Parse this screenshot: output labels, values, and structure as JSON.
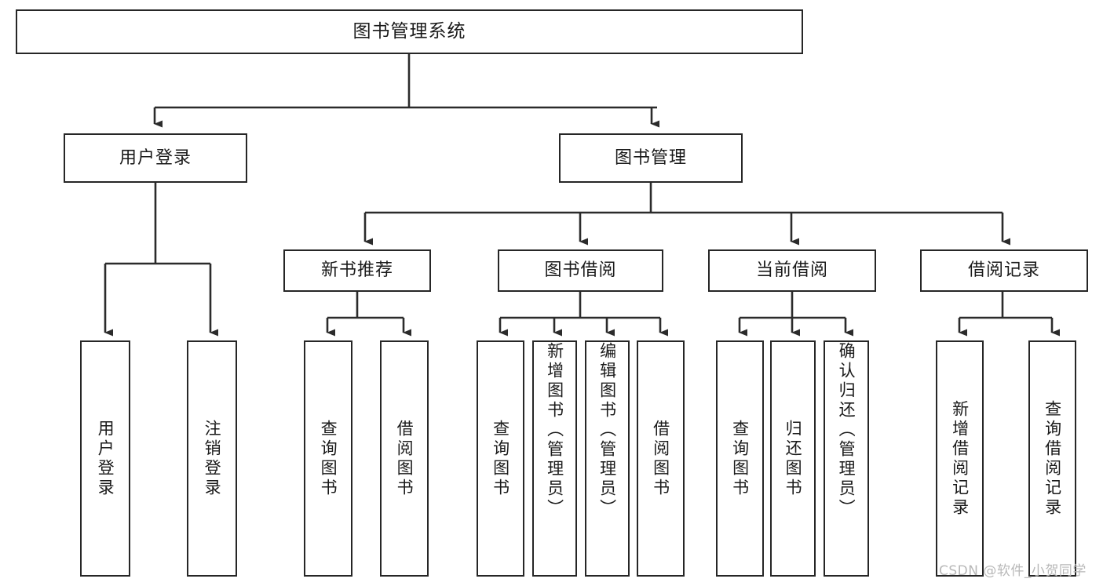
{
  "diagram": {
    "type": "tree-hierarchy-chart",
    "title": "图书管理系统",
    "watermark": "CSDN @软件_小贺同学",
    "colors": {
      "stroke": "#262626",
      "fill": "#ffffff",
      "text": "#1a1a1a",
      "watermark": "#b8b8b8"
    },
    "levels": {
      "root": {
        "label": "图书管理系统"
      },
      "level2": [
        {
          "id": "user-login",
          "label": "用户登录"
        },
        {
          "id": "book-management",
          "label": "图书管理"
        }
      ],
      "level3": [
        {
          "id": "new-book-recommend",
          "label": "新书推荐",
          "parent": "book-management"
        },
        {
          "id": "book-borrow",
          "label": "图书借阅",
          "parent": "book-management"
        },
        {
          "id": "current-borrow",
          "label": "当前借阅",
          "parent": "book-management"
        },
        {
          "id": "borrow-record",
          "label": "借阅记录",
          "parent": "book-management"
        }
      ],
      "leaves": [
        {
          "id": "leaf-user-login",
          "label": "用户登录",
          "parent": "user-login"
        },
        {
          "id": "leaf-logout-login",
          "label": "注销登录",
          "parent": "user-login"
        },
        {
          "id": "leaf-query-book-1",
          "label": "查询图书",
          "parent": "new-book-recommend"
        },
        {
          "id": "leaf-borrow-book-1",
          "label": "借阅图书",
          "parent": "new-book-recommend"
        },
        {
          "id": "leaf-query-book-2",
          "label": "查询图书",
          "parent": "book-borrow"
        },
        {
          "id": "leaf-add-book",
          "label": "新增图书（管理员）",
          "parent": "book-borrow"
        },
        {
          "id": "leaf-edit-book",
          "label": "编辑图书（管理员）",
          "parent": "book-borrow"
        },
        {
          "id": "leaf-borrow-book-2",
          "label": "借阅图书",
          "parent": "book-borrow"
        },
        {
          "id": "leaf-query-book-3",
          "label": "查询图书",
          "parent": "current-borrow"
        },
        {
          "id": "leaf-return-book",
          "label": "归还图书",
          "parent": "current-borrow"
        },
        {
          "id": "leaf-confirm-return",
          "label": "确认归还（管理员）",
          "parent": "current-borrow"
        },
        {
          "id": "leaf-add-record",
          "label": "新增借阅记录",
          "parent": "borrow-record"
        },
        {
          "id": "leaf-query-record",
          "label": "查询借阅记录",
          "parent": "borrow-record"
        }
      ]
    }
  }
}
